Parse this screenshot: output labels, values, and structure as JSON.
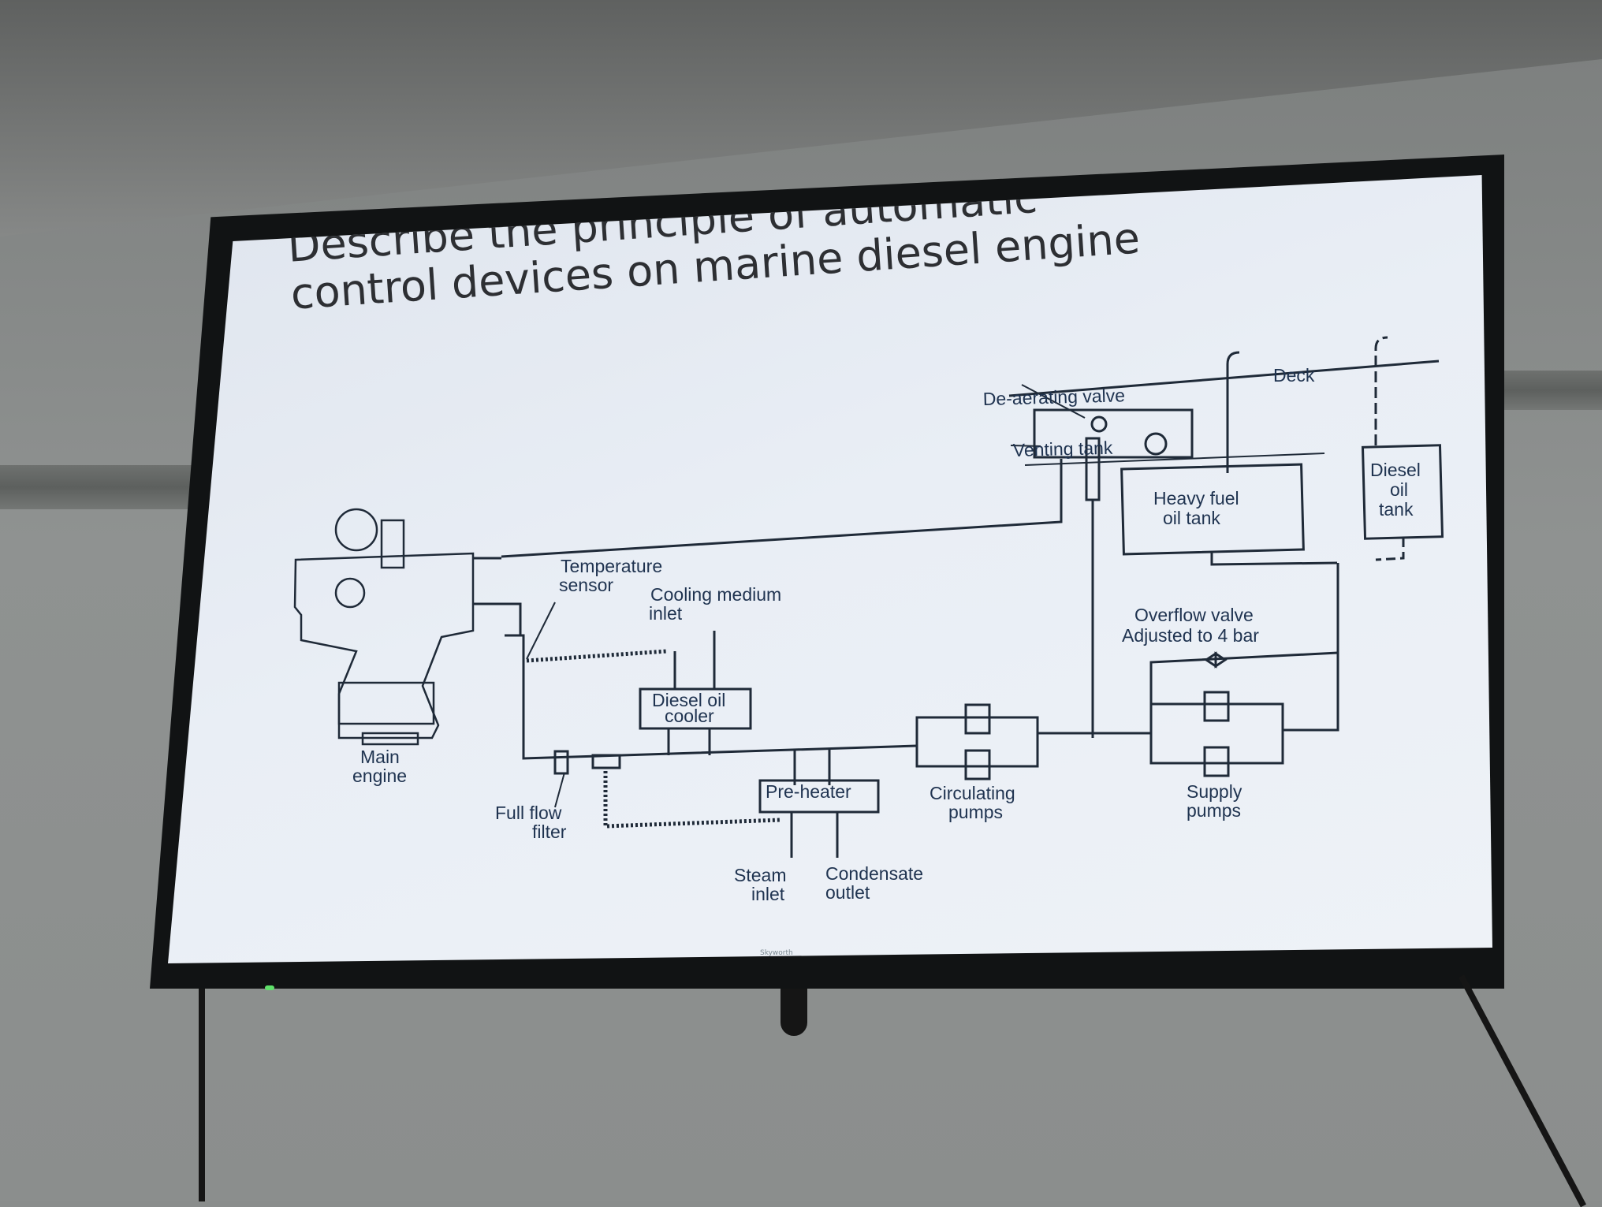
{
  "slide": {
    "title": "Describe the principle of automatic control devices on marine diesel engine"
  },
  "tv": {
    "brand": "Skyworth"
  },
  "diagram": {
    "labels": {
      "deck": "Deck",
      "de_aerating_valve": "De-aerating valve",
      "venting_tank": "Venting tank",
      "heavy_fuel_oil_tank_1": "Heavy fuel",
      "heavy_fuel_oil_tank_2": "oil tank",
      "diesel_oil_tank_1": "Diesel",
      "diesel_oil_tank_2": "oil",
      "diesel_oil_tank_3": "tank",
      "temperature_sensor_1": "Temperature",
      "temperature_sensor_2": "sensor",
      "cooling_medium_inlet_1": "Cooling medium",
      "cooling_medium_inlet_2": "inlet",
      "overflow_valve_1": "Overflow valve",
      "overflow_valve_2": "Adjusted to 4 bar",
      "diesel_oil_cooler_1": "Diesel oil",
      "diesel_oil_cooler_2": "cooler",
      "main_engine_1": "Main",
      "main_engine_2": "engine",
      "full_flow_filter_1": "Full flow",
      "full_flow_filter_2": "filter",
      "pre_heater": "Pre-heater",
      "circulating_pumps_1": "Circulating",
      "circulating_pumps_2": "pumps",
      "supply_pumps_1": "Supply",
      "supply_pumps_2": "pumps",
      "steam_inlet_1": "Steam",
      "steam_inlet_2": "inlet",
      "condensate_outlet_1": "Condensate",
      "condensate_outlet_2": "outlet"
    }
  },
  "colors": {
    "screen": "#e9eef5",
    "ink": "#1f3350",
    "bezel": "#111314",
    "wall": "#8b8e8d"
  }
}
